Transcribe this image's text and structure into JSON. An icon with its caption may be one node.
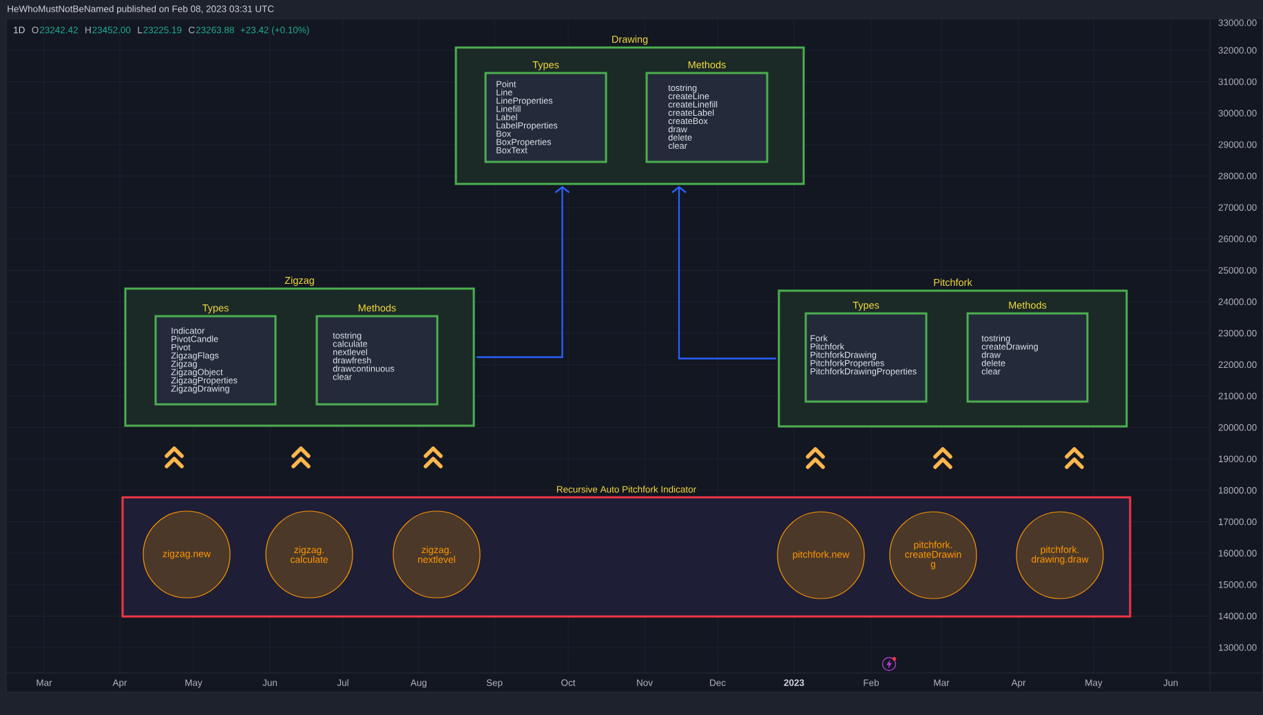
{
  "diagram": {
    "nodes": [
      {
        "text": [
          "Drawing"
        ]
      },
      {
        "text": [
          "Types",
          "Point",
          "Line",
          "LineProperties",
          "Linefill",
          "Label",
          "LabelProperties",
          "Box",
          "BoxProperties",
          "BoxText"
        ],
        "in": 0
      },
      {
        "text": [
          "Methods",
          "tostring",
          "createLine",
          "createLinefill",
          "createLabel",
          "createBox",
          "draw",
          "delete",
          "clear"
        ],
        "in": 0
      },
      {
        "text": [
          "Zigzag"
        ]
      },
      {
        "text": [
          "Types",
          "Indicator",
          "PivotCandle",
          "Pivot",
          "ZigzagFlags",
          "Zigzag",
          "ZigzagObject",
          "ZigzagProperties",
          "ZigzagDrawing"
        ],
        "in": 3
      },
      {
        "text": [
          "Methods",
          "tostring",
          "calculate",
          "nextlevel",
          "drawfresh",
          "drawcontinuous",
          "clear"
        ],
        "in": 3
      },
      {
        "text": [
          "Pitchfork"
        ]
      },
      {
        "text": [
          "Types",
          "Fork",
          "Pitchfork",
          "PitchforkDrawing",
          "PitchforkProperties",
          "PitchforkDrawingProperties"
        ],
        "in": 6
      },
      {
        "text": [
          "Methods",
          "tostring",
          "createDrawing",
          "draw",
          "delete",
          "clear"
        ],
        "in": 6
      },
      {
        "text": [
          "Recursive Auto Pitchfork Indicator"
        ]
      },
      {
        "text": [
          "zigzag.new"
        ],
        "in": 9
      },
      {
        "text": [
          "zigzag. calculate"
        ],
        "in": 9
      },
      {
        "text": [
          "zigzag. nextlevel"
        ],
        "in": 9
      },
      {
        "text": [
          "pitchfork.new"
        ],
        "in": 9
      },
      {
        "text": [
          "pitchfork. createDrawin g"
        ],
        "in": 9
      },
      {
        "text": [
          "pitchfork. drawing.draw"
        ],
        "in": 9
      }
    ],
    "edges": [
      {
        "from": 10,
        "to": 3,
        "arrow": "to"
      },
      {
        "from": 11,
        "to": 3,
        "arrow": "to"
      },
      {
        "from": 12,
        "to": 3,
        "arrow": "to"
      },
      {
        "from": 13,
        "to": 6,
        "arrow": "to"
      },
      {
        "from": 14,
        "to": 6,
        "arrow": "to"
      },
      {
        "from": 15,
        "to": 6,
        "arrow": "to"
      },
      {
        "from": 3,
        "to": 0,
        "arrow": "to",
        "color": "#2962ff"
      },
      {
        "from": 6,
        "to": 0,
        "arrow": "to",
        "color": "#2962ff"
      }
    ],
    "labels": [
      "HeWhoMustNotBeNamed published on Feb 08, 2023 03:31 UTC",
      "1D",
      "O",
      "23242.42",
      "H",
      "23452.00",
      "L",
      "23225.19",
      "C",
      "23263.88",
      "+23.42 (+0.10%)",
      "33000.00",
      "32000.00",
      "31000.00",
      "30000.00",
      "29000.00",
      "28000.00",
      "27000.00",
      "26000.00",
      "25000.00",
      "24000.00",
      "23000.00",
      "22000.00",
      "21000.00",
      "20000.00",
      "19000.00",
      "18000.00",
      "17000.00",
      "16000.00",
      "15000.00",
      "14000.00",
      "13000.00",
      "Mar",
      "Apr",
      "May",
      "Jun",
      "Jul",
      "Aug",
      "Sep",
      "Oct",
      "Nov",
      "Dec",
      "2023",
      "Feb",
      "Mar",
      "Apr",
      "May",
      "Jun"
    ]
  }
}
